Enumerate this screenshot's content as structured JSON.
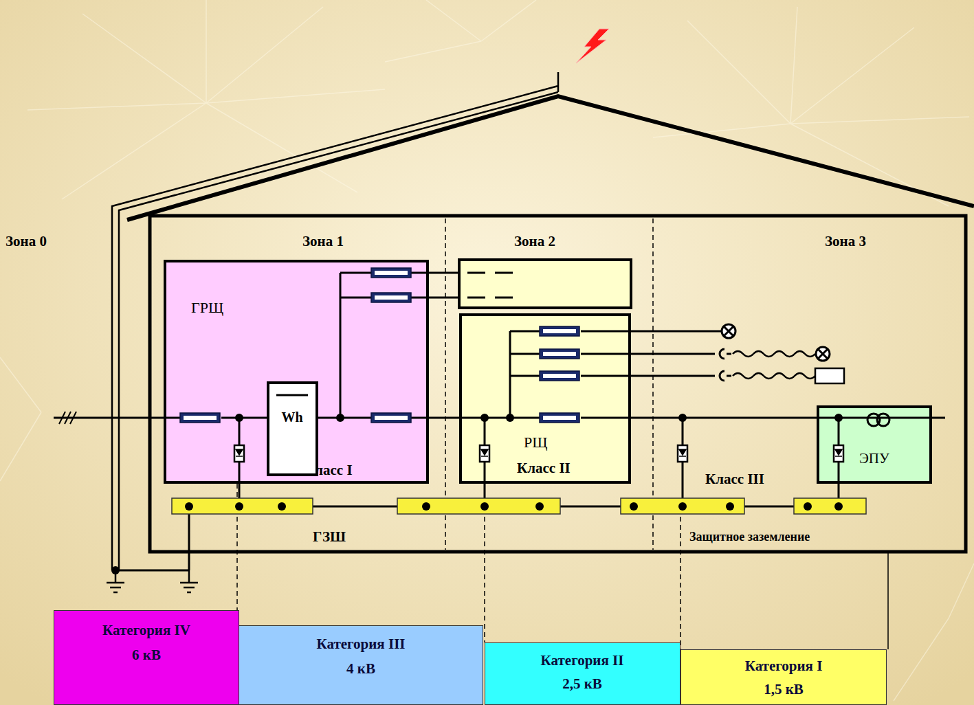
{
  "diagram": {
    "nodes": [
      {
        "text": [
          "ГРЩ",
          "Класс I"
        ]
      },
      {
        "text": [
          "Wh"
        ],
        "in": 0
      },
      {
        "text": [
          "РЩ",
          "Класс II"
        ]
      },
      {
        "text": [
          "ЭПУ"
        ]
      },
      {
        "text": [
          "Категория IV",
          "6 кВ"
        ]
      },
      {
        "text": [
          "Категория III",
          "4 кВ"
        ]
      },
      {
        "text": [
          "Категория II",
          "2,5 кВ"
        ]
      },
      {
        "text": [
          "Категория I",
          "1,5 кВ"
        ]
      }
    ],
    "edges": [
      {
        "from": 0,
        "to": 2,
        "arrow": "none"
      },
      {
        "from": 2,
        "to": 3,
        "arrow": "none"
      }
    ],
    "labels": [
      "Зона 0",
      "Зона 1",
      "Зона 2",
      "Зона 3",
      "Класс III",
      "ГЗШ",
      "Защитное заземление"
    ]
  }
}
